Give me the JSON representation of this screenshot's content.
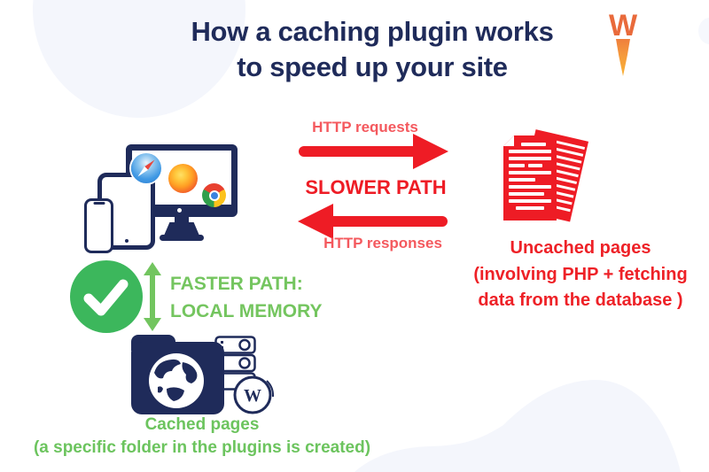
{
  "title": {
    "line1": "How a caching plugin works",
    "line2": "to speed up your site"
  },
  "brand": {
    "name": "wp-rocket-logo",
    "initial": "W"
  },
  "flow": {
    "requests_label": "HTTP requests",
    "slower_label": "SLOWER PATH",
    "responses_label": "HTTP responses"
  },
  "uncached": {
    "line1": "Uncached pages",
    "line2": "(involving PHP + fetching",
    "line3": "data from the database )"
  },
  "faster": {
    "line1": "FASTER PATH:",
    "line2": "LOCAL MEMORY"
  },
  "cached": {
    "line1": "Cached pages",
    "line2": "(a specific folder in the plugins is created)"
  },
  "wordpress": {
    "initial": "W"
  },
  "colors": {
    "navy": "#1f2b5a",
    "red": "#ee1c25",
    "coral": "#f4595e",
    "green_check": "#3cb75c",
    "light_green": "#72c55f",
    "brand_orange": "#e96a3b",
    "blob": "#f4f6fc"
  },
  "icons": {
    "devices": "monitor-tablet-phone",
    "browsers": [
      "safari-icon",
      "firefox-icon",
      "chrome-icon"
    ],
    "slower_route": "red-arrows",
    "uncached_pages": "stacked-red-documents",
    "faster_route": "green-double-arrow",
    "status": "green-check-circle",
    "cached_pages": "folder-globe-server-wordpress"
  }
}
